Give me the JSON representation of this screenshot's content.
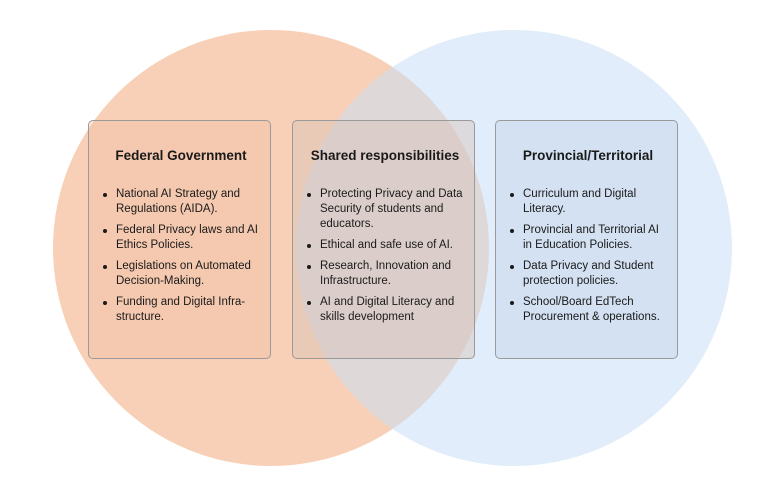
{
  "colors": {
    "federal_circle": "#F5BE9B",
    "provincial_circle": "#C8DEF6",
    "box_border": "#9A9A9A",
    "text": "#1A1A1A"
  },
  "federal": {
    "title": "Federal Government",
    "items": [
      "National AI Strategy and Regulations (AIDA).",
      "Federal Privacy laws and AI Ethics Policies.",
      "Legislations on Automated Decision-Making.",
      "Funding and Digital Infra-structure."
    ]
  },
  "shared": {
    "title": "Shared responsibilities",
    "items": [
      "Protecting Privacy and Data Security of students and educators.",
      "Ethical and safe use of AI.",
      "Research, Innovation and Infrastructure.",
      "AI and Digital Literacy and skills development"
    ]
  },
  "provincial": {
    "title": "Provincial/Territorial",
    "items": [
      "Curriculum and Digital Literacy.",
      "Provincial and Territorial AI in Education Policies.",
      "Data Privacy and Student protection policies.",
      "School/Board EdTech Procurement & operations."
    ]
  }
}
